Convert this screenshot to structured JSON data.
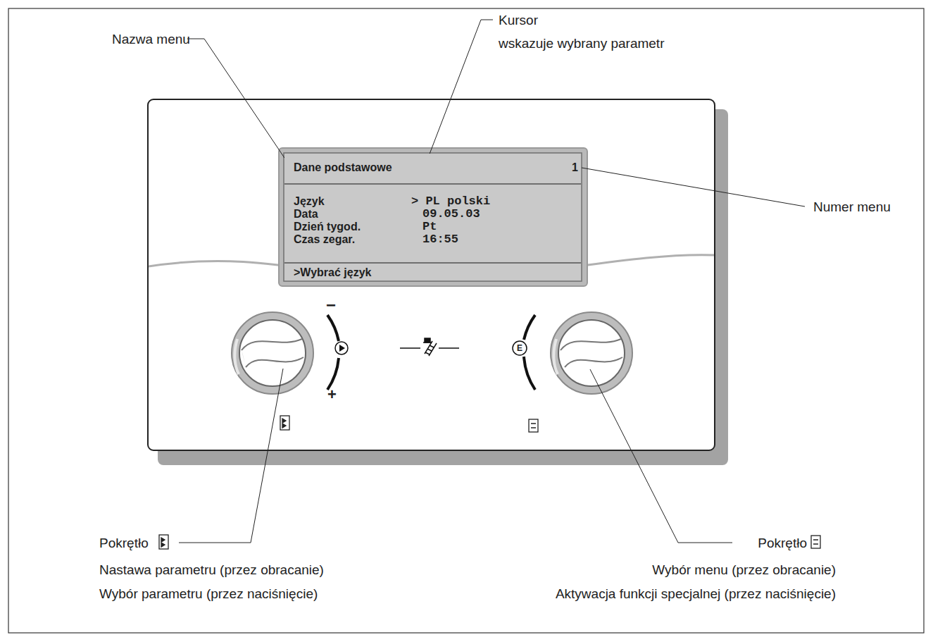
{
  "diagram": {
    "nodes": [
      {
        "text": [
          "Dane podstawowe",
          "1"
        ]
      },
      {
        "text": [
          "Język",
          "> PL polski",
          "Data",
          "09.05.03",
          "Dzień tygod.",
          "Pt",
          "Czas zegar.",
          "16:55"
        ]
      },
      {
        "text": [
          ">Wybrać język"
        ]
      }
    ],
    "labels": [
      "Nazwa menu",
      "Kursor",
      "wskazuje wybrany parametr",
      "Numer menu",
      "−",
      "+",
      "E",
      "Pokrętło",
      "Nastawa parametru (przez obracanie)",
      "Wybór parametru (przez naciśnięcie)",
      "Pokrętło",
      "Wybór menu (przez obracanie)",
      "Aktywacja funkcji specjalnej (przez naciśnięcie)"
    ]
  }
}
